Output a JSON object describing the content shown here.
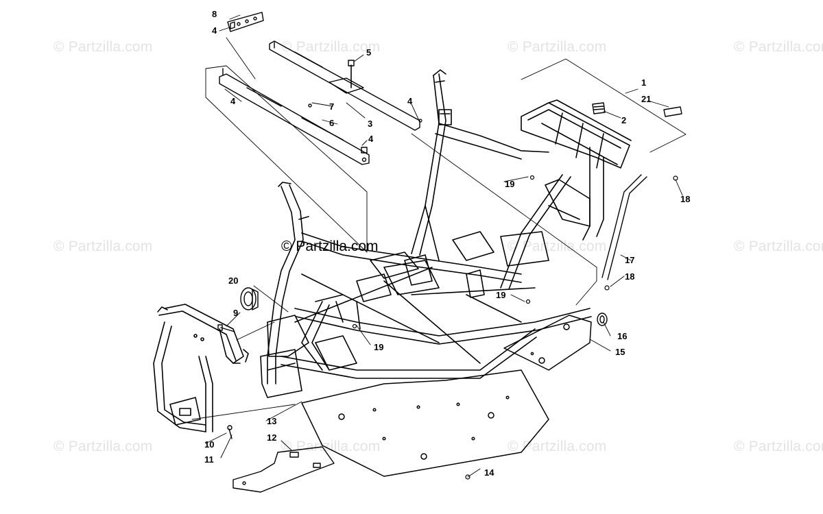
{
  "watermarks": {
    "text": "© Partzilla.com",
    "center_text": "© Partzilla.com"
  },
  "callouts": {
    "c1": "1",
    "c2": "2",
    "c3": "3",
    "c4a": "4",
    "c4b": "4",
    "c4c": "4",
    "c4d": "4",
    "c5": "5",
    "c6": "6",
    "c7": "7",
    "c8": "8",
    "c9": "9",
    "c10": "10",
    "c11": "11",
    "c12": "12",
    "c13": "13",
    "c14": "14",
    "c15": "15",
    "c16": "16",
    "c17": "17",
    "c18a": "18",
    "c18b": "18",
    "c19a": "19",
    "c19b": "19",
    "c19c": "19",
    "c20": "20",
    "c21": "21"
  },
  "colors": {
    "line": "#000000",
    "watermark": "#e3e3e3",
    "background": "#ffffff"
  }
}
